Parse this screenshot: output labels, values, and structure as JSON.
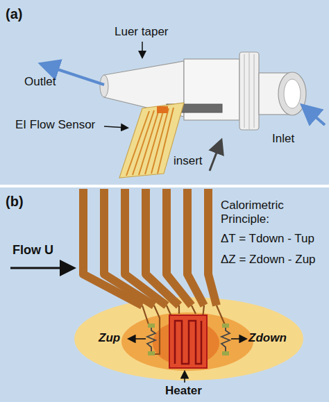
{
  "diagram": {
    "labels": [
      "(a)",
      "Luer taper",
      "Outlet",
      "EI Flow Sensor",
      "insert",
      "Inlet",
      "(b)",
      "Flow U",
      "Calorimetric Principle:",
      "ΔT = Tdown - Tup",
      "ΔZ = Zdown - Zup",
      "Zup",
      "Zdown",
      "Heater"
    ]
  }
}
